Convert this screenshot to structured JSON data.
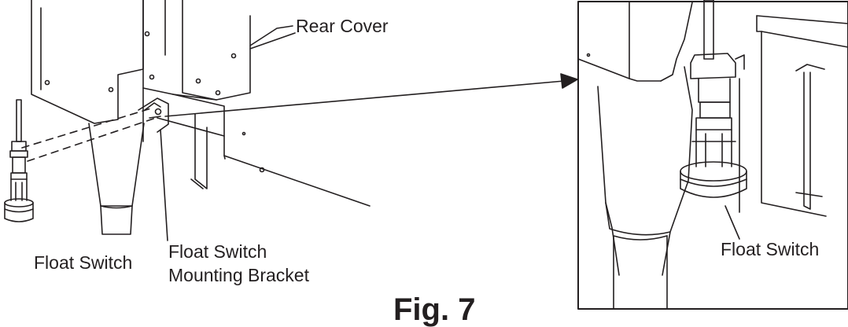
{
  "labels": {
    "rear_cover": "Rear Cover",
    "float_switch_left": "Float Switch",
    "mounting_bracket_line1": "Float Switch",
    "mounting_bracket_line2": "Mounting Bracket",
    "float_switch_detail": "Float Switch",
    "figure_caption": "Fig. 7"
  },
  "colors": {
    "line": "#231f20",
    "background": "#ffffff"
  }
}
